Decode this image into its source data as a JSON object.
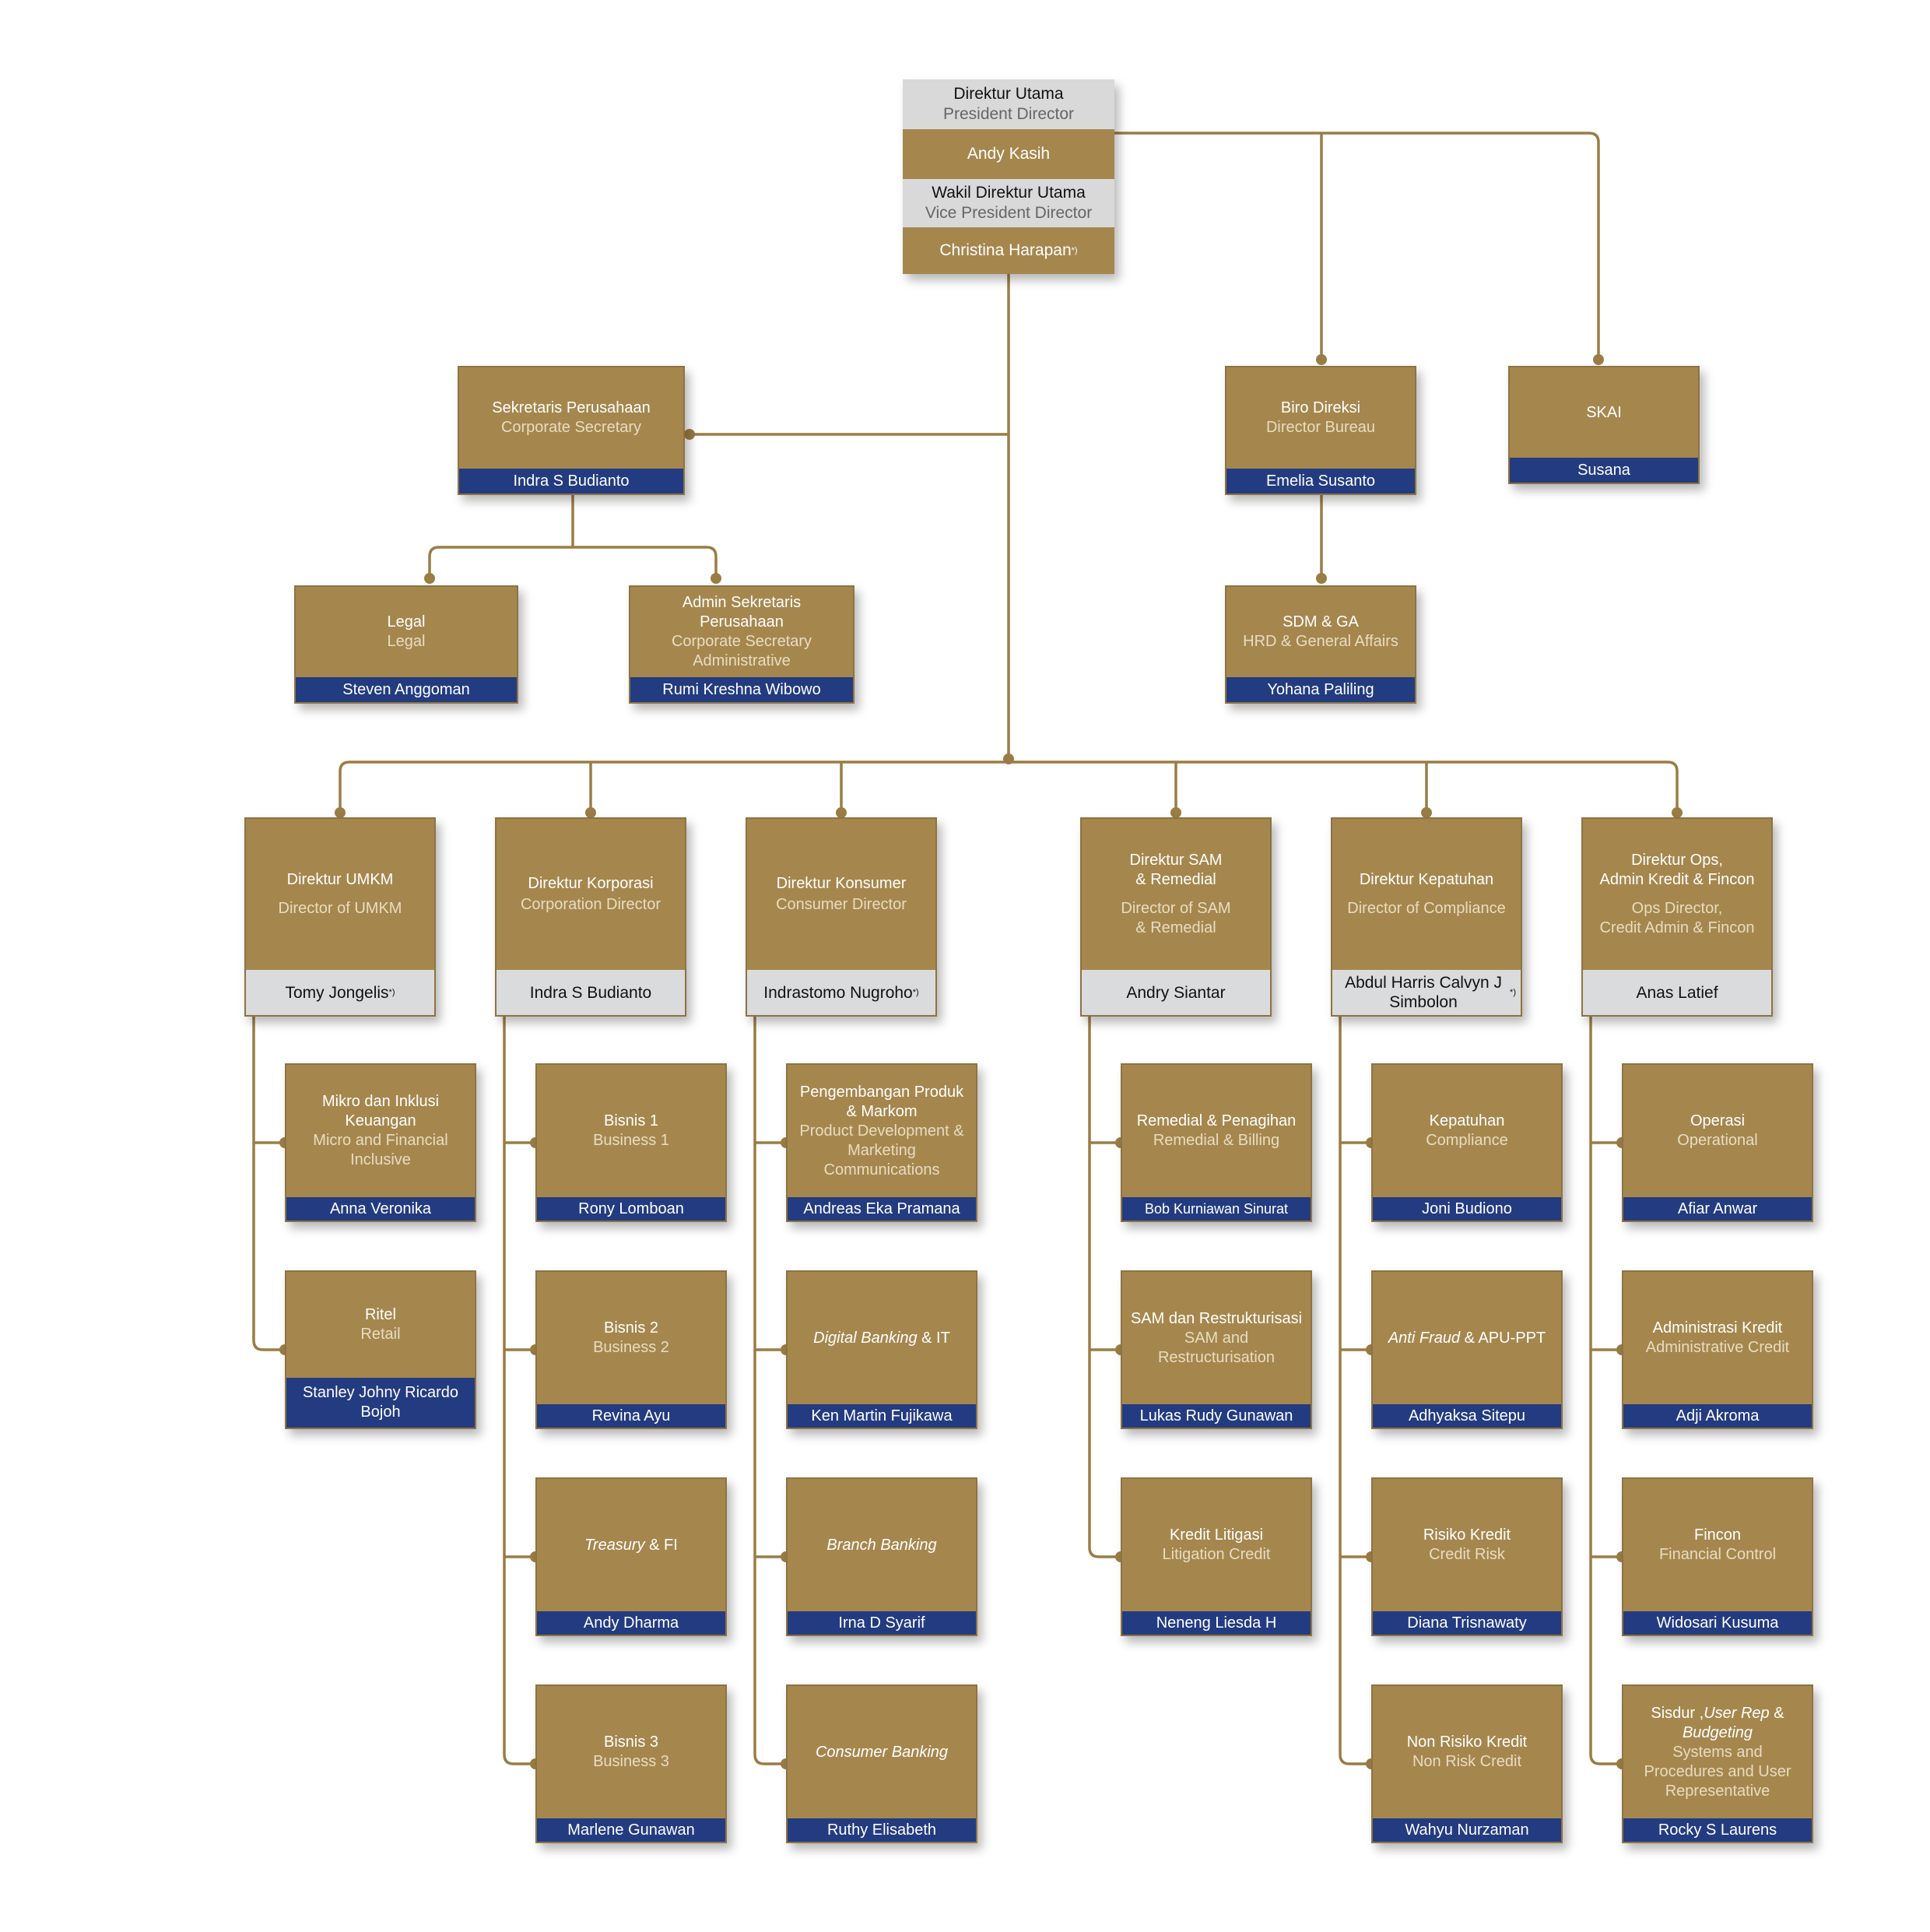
{
  "top": {
    "pres_id": "Direktur Utama",
    "pres_en": "President Director",
    "pres_name": "Andy Kasih",
    "vice_id": "Wakil Direktur Utama",
    "vice_en": "Vice President Director",
    "vice_name": "Christina Harapan",
    "vice_mark": "*)"
  },
  "colors": {
    "gold": "#a5874e",
    "navy": "#233b80",
    "grey": "#dadbdc",
    "line": "#9a7d45"
  },
  "staff": {
    "corsec": {
      "id": "Sekretaris Perusahaan",
      "en": "Corporate Secretary",
      "name": "Indra S Budianto"
    },
    "legal": {
      "id": "Legal",
      "en": "Legal",
      "name": "Steven Anggoman"
    },
    "admin": {
      "id": "Admin Sekretaris Perusahaan",
      "en": "Corporate Secretary Administrative",
      "name": "Rumi Kreshna Wibowo"
    },
    "biro": {
      "id": "Biro Direksi",
      "en": "Director Bureau",
      "name": "Emelia Susanto"
    },
    "skai": {
      "id": "SKAI",
      "name": "Susana"
    },
    "sdm": {
      "id": "SDM & GA",
      "en": "HRD & General Affairs",
      "name": "Yohana Paliling"
    }
  },
  "directors": [
    {
      "id": "Direktur UMKM",
      "en": "Director of UMKM",
      "name": "Tomy Jongelis",
      "mark": "*)"
    },
    {
      "id": "Direktur Korporasi",
      "en": "Corporation Director",
      "name": "Indra S Budianto",
      "mark": ""
    },
    {
      "id": "Direktur Konsumer",
      "en": "Consumer Director",
      "name": "Indrastomo Nugroho",
      "mark": "*)"
    },
    {
      "id": "Direktur SAM & Remedial",
      "en": "Director of SAM & Remedial",
      "name": "Andry Siantar",
      "mark": ""
    },
    {
      "id": "Direktur Kepatuhan",
      "en": "Director of Compliance",
      "name": "Abdul Harris Calvyn J Simbolon",
      "mark": "*)"
    },
    {
      "id": "Direktur Ops, Admin Kredit & Fincon",
      "en": "Ops Director, Credit Admin & Fincon",
      "name": "Anas Latief",
      "mark": ""
    }
  ],
  "units": [
    [
      {
        "id": "Mikro dan Inklusi Keuangan",
        "en": "Micro and Financial Inclusive",
        "name": "Anna Veronika"
      },
      {
        "id": "Ritel",
        "en": "Retail",
        "name": "Stanley Johny Ricardo Bojoh"
      }
    ],
    [
      {
        "id": "Bisnis 1",
        "en": "Business 1",
        "name": "Rony Lomboan"
      },
      {
        "id": "Bisnis 2",
        "en": "Business 2",
        "name": "Revina Ayu"
      },
      {
        "id": "Treasury & FI",
        "en": "",
        "name": "Andy Dharma"
      },
      {
        "id": "Bisnis 3",
        "en": "Business 3",
        "name": "Marlene Gunawan"
      }
    ],
    [
      {
        "id": "Pengembangan Produk & Markom",
        "en": "Product Development & Marketing Communications",
        "name": "Andreas Eka Pramana"
      },
      {
        "id": "Digital Banking & IT",
        "en": "",
        "name": "Ken Martin Fujikawa"
      },
      {
        "id": "Branch Banking",
        "en": "",
        "name": "Irna D Syarif"
      },
      {
        "id": "Consumer Banking",
        "en": "",
        "name": "Ruthy Elisabeth"
      }
    ],
    [
      {
        "id": "Remedial & Penagihan",
        "en": "Remedial & Billing",
        "name": "Bob Kurniawan Sinurat"
      },
      {
        "id": "SAM dan Restrukturisasi",
        "en": "SAM and Restructurisation",
        "name": "Lukas Rudy Gunawan"
      },
      {
        "id": "Kredit Litigasi",
        "en": "Litigation Credit",
        "name": "Neneng Liesda H"
      }
    ],
    [
      {
        "id": "Kepatuhan",
        "en": "Compliance",
        "name": "Joni Budiono"
      },
      {
        "id": "Anti Fraud & APU-PPT",
        "en": "",
        "name": "Adhyaksa Sitepu"
      },
      {
        "id": "Risiko Kredit",
        "en": "Credit Risk",
        "name": "Diana Trisnawaty"
      },
      {
        "id": "Non Risiko Kredit",
        "en": "Non Risk Credit",
        "name": "Wahyu Nurzaman"
      }
    ],
    [
      {
        "id": "Operasi",
        "en": "Operational",
        "name": "Afiar Anwar"
      },
      {
        "id": "Administrasi Kredit",
        "en": "Administrative Credit",
        "name": "Adji Akroma"
      },
      {
        "id": "Fincon",
        "en": "Financial Control",
        "name": "Widosari Kusuma"
      },
      {
        "id": "Sisdur ,User Rep & Budgeting",
        "en": "Systems and Procedures and User Representative",
        "name": "Rocky S Laurens"
      }
    ]
  ]
}
